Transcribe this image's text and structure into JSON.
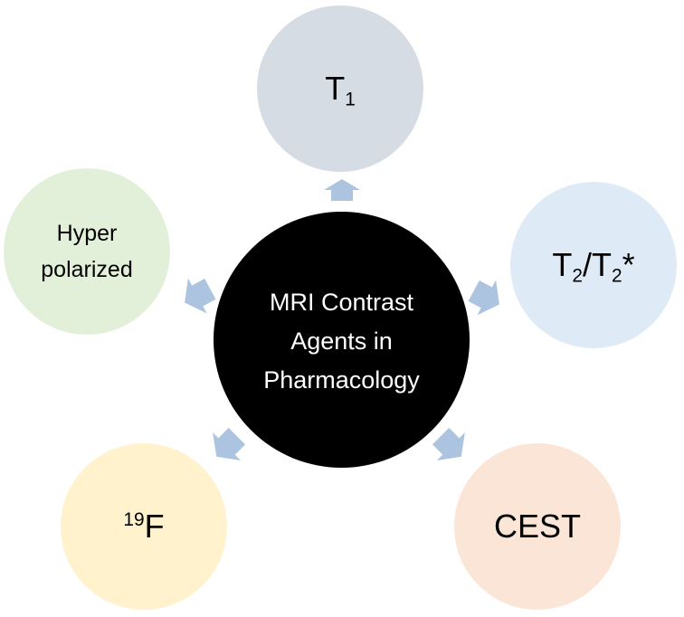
{
  "center": {
    "lines": [
      "MRI Contrast",
      "Agents in",
      "Pharmacology"
    ],
    "fill": "#000000",
    "text_color": "#ffffff"
  },
  "nodes": {
    "t1": {
      "main": "T",
      "sub": "1",
      "fill": "#d6dce4"
    },
    "t2": {
      "main1": "T",
      "sub1": "2",
      "slash": "/",
      "main2": "T",
      "sub2": "2",
      "tail": "*",
      "fill": "#deebf7"
    },
    "cest": {
      "label": "CEST",
      "fill": "#fbe5d6"
    },
    "f19": {
      "sup": "19",
      "main": "F",
      "fill": "#fff2cc"
    },
    "hyper": {
      "lines": [
        "Hyper",
        "polarized"
      ],
      "fill": "#e2f0d9"
    }
  },
  "arrow_color": "#adc4e0"
}
